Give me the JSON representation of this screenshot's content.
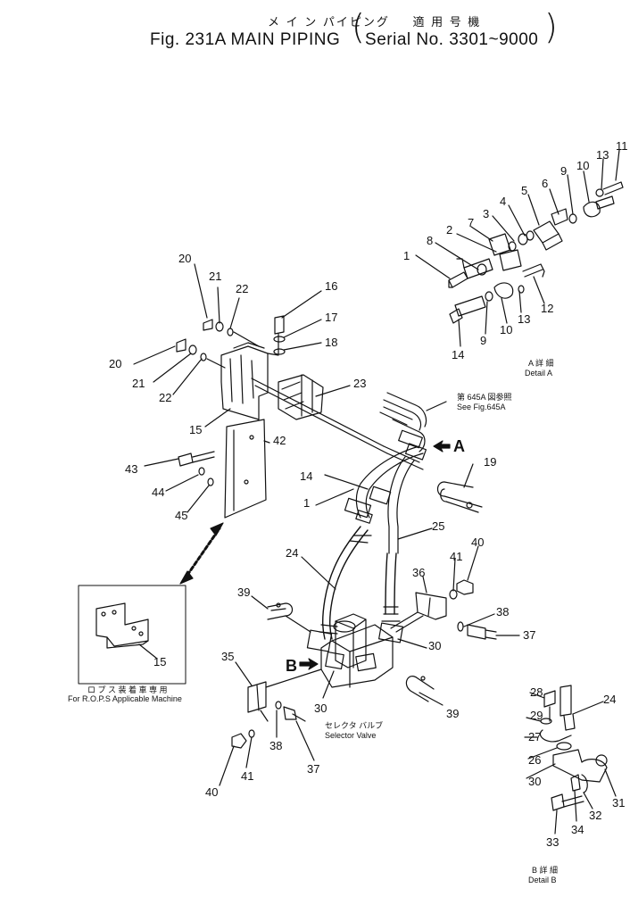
{
  "header": {
    "title_jp": "メ イ ン パイピング",
    "serial_jp": "適 用 号 機",
    "title_en": "Fig. 231A  MAIN PIPING",
    "serial_en": "Serial No. 3301~9000"
  },
  "captions": {
    "detail_a_jp": "A 詳 細",
    "detail_a_en": "Detail  A",
    "detail_b_jp": "B 詳 細",
    "detail_b_en": "Detail  B",
    "see_fig_jp": "第 645A 図参照",
    "see_fig_en": "See  Fig.645A",
    "rops_jp": "ロ プ ス 装 着 車 専 用",
    "rops_en": "For R.O.P.S Applicable Machine",
    "selector_jp": "セレクタ バルブ",
    "selector_en": "Selector Valve",
    "arrow_a": "A",
    "arrow_b": "B"
  },
  "callouts": {
    "d1": "1",
    "d2": "2",
    "d3": "3",
    "d4": "4",
    "d5": "5",
    "d6": "6",
    "d7": "7",
    "d8": "8",
    "d9a": "9",
    "d9b": "9",
    "d10a": "10",
    "d10b": "10",
    "d11": "11",
    "d12": "12",
    "d13a": "13",
    "d13b": "13",
    "d14a": "14",
    "m20a": "20",
    "m20b": "20",
    "m21a": "21",
    "m21b": "21",
    "m22a": "22",
    "m22b": "22",
    "m16": "16",
    "m17": "17",
    "m18": "18",
    "m23": "23",
    "m15": "15",
    "m42": "42",
    "m43": "43",
    "m44": "44",
    "m45": "45",
    "m14": "14",
    "m1": "1",
    "m19": "19",
    "m25": "25",
    "m24": "24",
    "m40a": "40",
    "m41a": "41",
    "m36": "36",
    "m38a": "38",
    "m37a": "37",
    "m39a": "39",
    "m30a": "30",
    "m30b": "30",
    "m39b": "39",
    "m35": "35",
    "m38b": "38",
    "m37b": "37",
    "m41b": "41",
    "m40b": "40",
    "m15b": "15",
    "b28": "28",
    "b24": "24",
    "b29": "29",
    "b27": "27",
    "b26": "26",
    "b30": "30",
    "b31": "31",
    "b32": "32",
    "b33": "33",
    "b34": "34"
  }
}
